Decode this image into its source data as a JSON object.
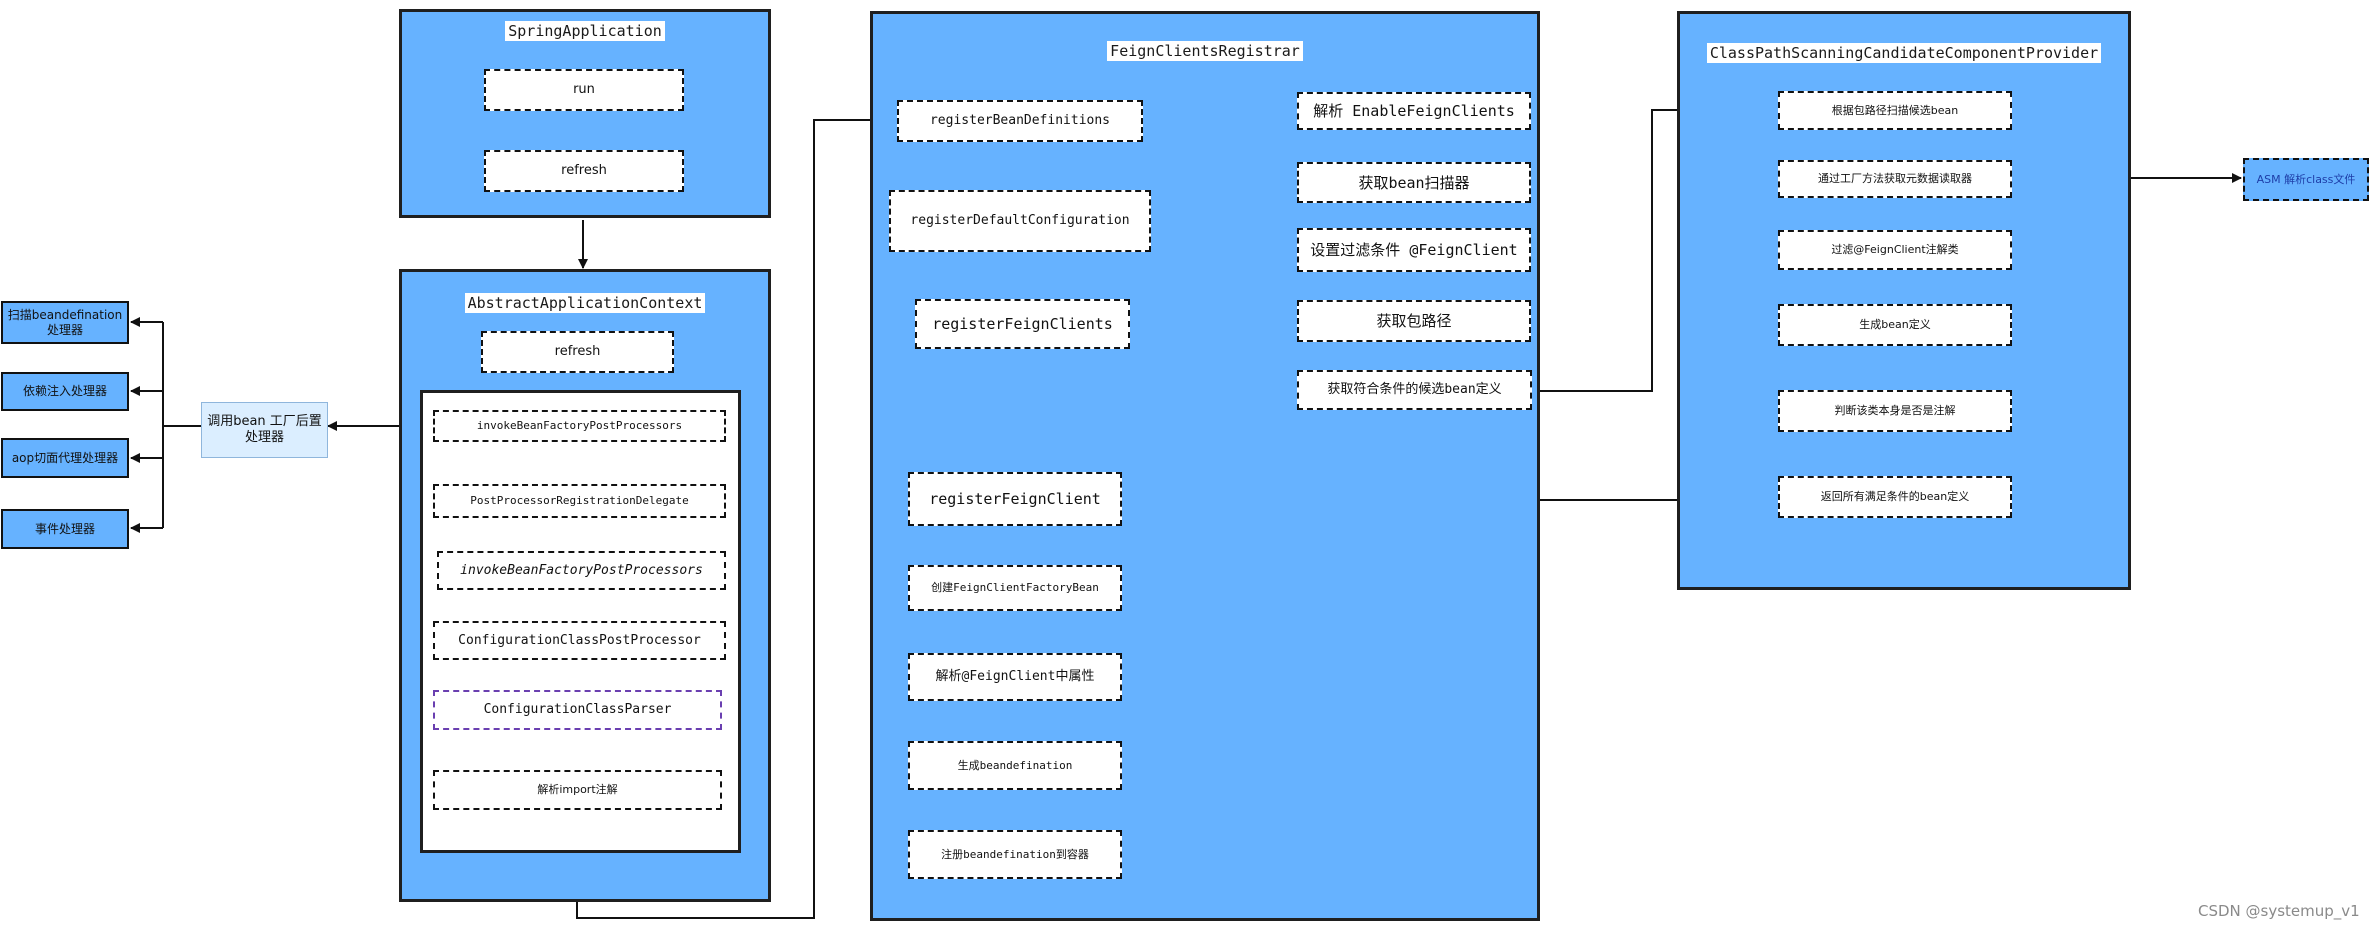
{
  "panels": {
    "spring_application": "SpringApplication",
    "abstract_application_context": "AbstractApplicationContext",
    "feign_clients_registrar": "FeignClientsRegistrar",
    "classpath_scanning": "ClassPathScanningCandidateComponentProvider"
  },
  "spring_app": {
    "run": "run",
    "refresh": "refresh"
  },
  "context": {
    "refresh": "refresh",
    "invoke_bfpp": "invokeBeanFactoryPostProcessors",
    "pprd": "PostProcessorRegistrationDelegate",
    "invoke_bfpp_2": "invokeBeanFactoryPostProcessors",
    "ccpp": "ConfigurationClassPostProcessor",
    "ccparser": "ConfigurationClassParser",
    "parse_import": "解析import注解"
  },
  "left": {
    "call_bfpp": "调用bean 工厂后置处理器",
    "scan_bd": "扫描beandefination处理器",
    "di": "依赖注入处理器",
    "aop": "aop切面代理处理器",
    "event": "事件处理器"
  },
  "registrar": {
    "rbd": "registerBeanDefinitions",
    "rdc": "registerDefaultConfiguration",
    "rfcs": "registerFeignClients",
    "parse_enable": "解析 EnableFeignClients",
    "get_scanner": "获取bean扫描器",
    "set_filter": "设置过滤条件 @FeignClient",
    "get_pkg": "获取包路径",
    "get_candidates": "获取符合条件的候选bean定义",
    "rfc": "registerFeignClient",
    "create_factory": "创建FeignClientFactoryBean",
    "parse_attrs": "解析@FeignClient中属性",
    "gen_bd": "生成beandefination",
    "register_bd": "注册beandefination到容器"
  },
  "scanning": {
    "scan_pkg": "根据包路径扫描候选bean",
    "factory_reader": "通过工厂方法获取元数据读取器",
    "filter": "过滤@FeignClient注解类",
    "gen_def": "生成bean定义",
    "judge": "判断该类本身是否是注解",
    "return_all": "返回所有满足条件的bean定义"
  },
  "asm": "ASM 解析class文件",
  "watermark": "CSDN @systemup_v1"
}
